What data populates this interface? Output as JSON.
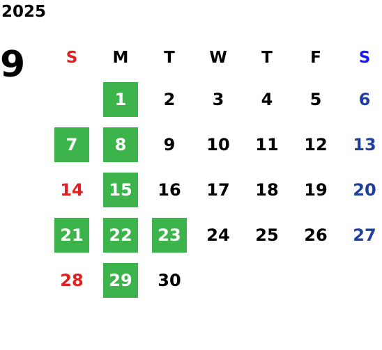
{
  "year": "2025",
  "month": "9",
  "colors": {
    "sunday": "#e02020",
    "saturday_header": "#1a1aff",
    "saturday": "#1f3f99",
    "weekday": "#000000",
    "highlight": "#3cb44b",
    "highlight_text": "#ffffff"
  },
  "weekdays": [
    "S",
    "M",
    "T",
    "W",
    "T",
    "F",
    "S"
  ],
  "weeks": [
    [
      {
        "d": ""
      },
      {
        "d": "1",
        "hl": true
      },
      {
        "d": "2"
      },
      {
        "d": "3"
      },
      {
        "d": "4"
      },
      {
        "d": "5"
      },
      {
        "d": "6"
      }
    ],
    [
      {
        "d": "7",
        "hl": true
      },
      {
        "d": "8",
        "hl": true
      },
      {
        "d": "9"
      },
      {
        "d": "10"
      },
      {
        "d": "11"
      },
      {
        "d": "12"
      },
      {
        "d": "13"
      }
    ],
    [
      {
        "d": "14"
      },
      {
        "d": "15",
        "hl": true
      },
      {
        "d": "16"
      },
      {
        "d": "17"
      },
      {
        "d": "18"
      },
      {
        "d": "19"
      },
      {
        "d": "20"
      }
    ],
    [
      {
        "d": "21",
        "hl": true
      },
      {
        "d": "22",
        "hl": true
      },
      {
        "d": "23",
        "hl": true
      },
      {
        "d": "24"
      },
      {
        "d": "25"
      },
      {
        "d": "26"
      },
      {
        "d": "27"
      }
    ],
    [
      {
        "d": "28"
      },
      {
        "d": "29",
        "hl": true
      },
      {
        "d": "30"
      },
      {
        "d": ""
      },
      {
        "d": ""
      },
      {
        "d": ""
      },
      {
        "d": ""
      }
    ]
  ]
}
